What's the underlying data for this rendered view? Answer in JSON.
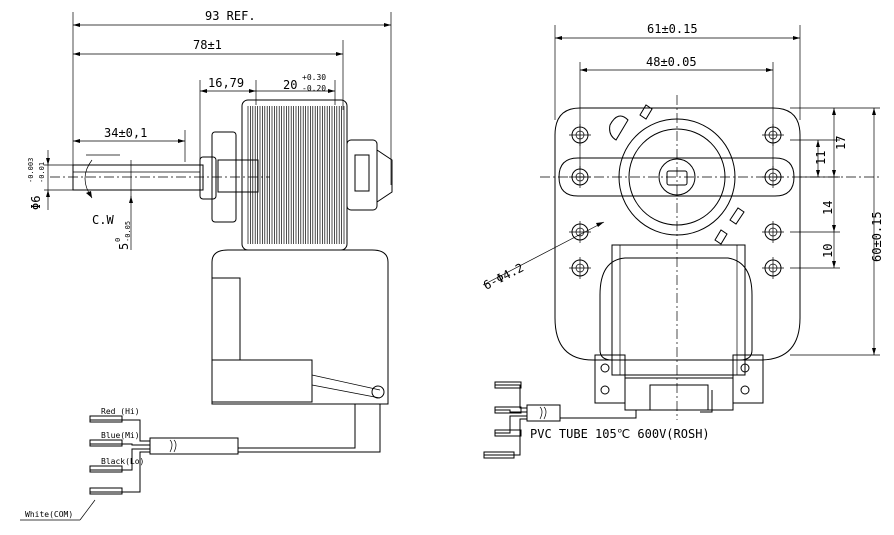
{
  "side_view": {
    "overall_length": "93 REF.",
    "length_78": "78±1",
    "length_16": "16,79",
    "lam_width_main": "20",
    "lam_width_upper": "+0.30",
    "lam_width_lower": "-0.20",
    "shaft_length": "34±0,1",
    "shaft_dia_main": "Φ6",
    "shaft_dia_upper": "-0.003",
    "shaft_dia_lower": "-0.01",
    "flat_main": "5",
    "flat_upper": "0",
    "flat_lower": "-0.05",
    "rotation": "C.W",
    "wires": {
      "red": "Red (Hi)",
      "blue": "Blue(Mi)",
      "black": "Black(Lo)",
      "white": "White(COM)"
    }
  },
  "front_view": {
    "width_61": "61±0.15",
    "width_48": "48±0.05",
    "dim_17": "17",
    "dim_11": "11",
    "dim_14": "14",
    "dim_10": "10",
    "height_60": "60±0.15",
    "holes": "6-Φ4.2",
    "tube": "PVC TUBE 105℃ 600V(ROSH)"
  }
}
